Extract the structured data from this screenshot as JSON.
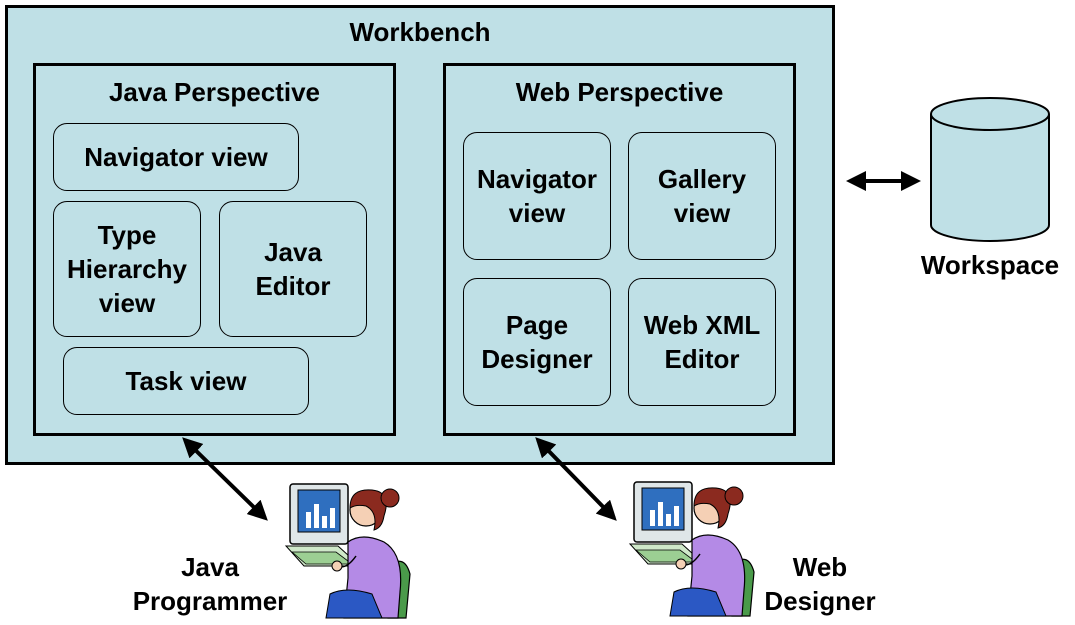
{
  "workbench": {
    "title": "Workbench",
    "java_perspective": {
      "title": "Java Perspective",
      "views": [
        "Navigator view",
        "Type\nHierarchy\nview",
        "Java\nEditor",
        "Task view"
      ]
    },
    "web_perspective": {
      "title": "Web Perspective",
      "views": [
        "Navigator\nview",
        "Gallery\nview",
        "Page\nDesigner",
        "Web XML\nEditor"
      ]
    }
  },
  "workspace": {
    "label": "Workspace"
  },
  "users": {
    "java_programmer": {
      "label": "Java\nProgrammer"
    },
    "web_designer": {
      "label": "Web\nDesigner"
    }
  },
  "colors": {
    "box_fill": "#bfe0e6",
    "border": "#000000",
    "user_shirt": "#b48ae6",
    "user_hair": "#8b2a1f",
    "chair": "#4a9a4a",
    "monitor": "#dfe6e8",
    "screen": "#2f6fbf"
  },
  "icons": [
    "database-cylinder-icon",
    "person-at-computer-icon",
    "double-headed-arrow-icon"
  ]
}
